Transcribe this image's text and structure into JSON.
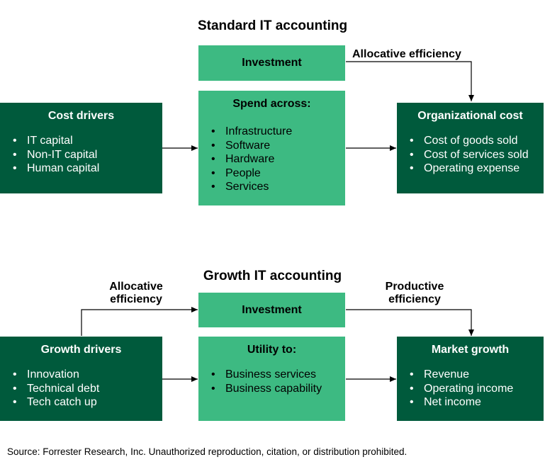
{
  "standard": {
    "title": "Standard IT accounting",
    "investment_label": "Investment",
    "allocative_label": "Allocative efficiency",
    "cost_drivers": {
      "title": "Cost drivers",
      "items": [
        "IT capital",
        "Non-IT capital",
        "Human capital"
      ]
    },
    "spend": {
      "title": "Spend across:",
      "items": [
        "Infrastructure",
        "Software",
        "Hardware",
        "People",
        "Services"
      ]
    },
    "org_cost": {
      "title": "Organizational cost",
      "items": [
        "Cost of goods sold",
        "Cost of services sold",
        "Operating expense"
      ]
    }
  },
  "growth": {
    "title": "Growth IT accounting",
    "investment_label": "Investment",
    "allocative_label": [
      "Allocative",
      "efficiency"
    ],
    "productive_label": [
      "Productive",
      "efficiency"
    ],
    "growth_drivers": {
      "title": "Growth drivers",
      "items": [
        "Innovation",
        "Technical debt",
        "Tech catch up"
      ]
    },
    "utility": {
      "title": "Utility to:",
      "items": [
        "Business services",
        "Business capability"
      ]
    },
    "market_growth": {
      "title": "Market growth",
      "items": [
        "Revenue",
        "Operating income",
        "Net income"
      ]
    }
  },
  "source": "Source: Forrester Research, Inc. Unauthorized reproduction, citation, or distribution prohibited.",
  "colors": {
    "dark_green": "#005a3c",
    "light_green": "#3dba82"
  }
}
